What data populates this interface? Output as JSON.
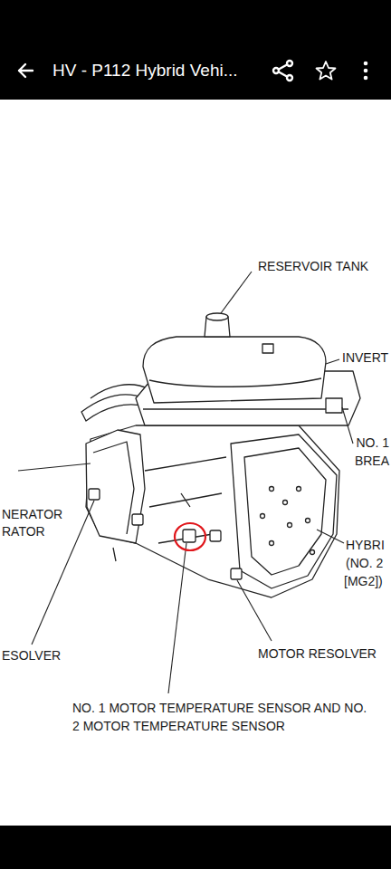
{
  "diagram": {
    "title": "HV - P112 Hybrid Vehi...",
    "labels": [
      "RESERVOIR TANK",
      "INVERT",
      "NO. 1",
      "BREA",
      "NERATOR",
      "RATOR",
      "HYBRI",
      "(NO. 2",
      "[MG2])",
      "ESOLVER",
      "MOTOR RESOLVER",
      "NO. 1 MOTOR TEMPERATURE SENSOR AND NO. 2 MOTOR TEMPERATURE SENSOR"
    ]
  }
}
